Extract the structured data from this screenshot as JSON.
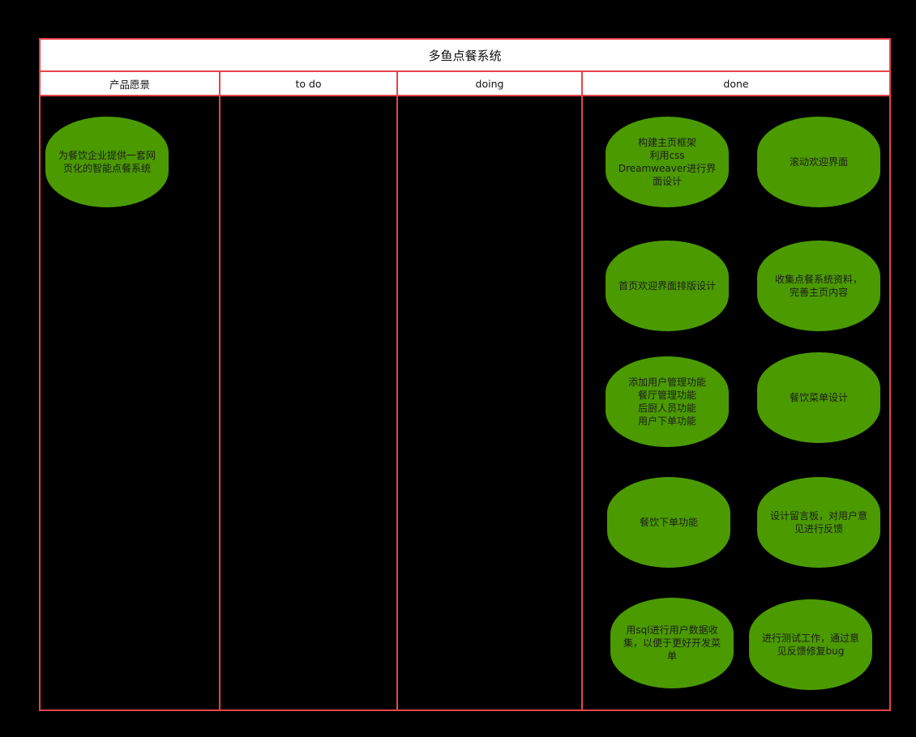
{
  "board": {
    "title": "多鱼点餐系统",
    "columns": [
      {
        "label": "产品愿景"
      },
      {
        "label": "to do"
      },
      {
        "label": "doing"
      },
      {
        "label": "done"
      }
    ]
  },
  "cards": {
    "vision": [
      {
        "text": "为餐饮企业提供一套网\n页化的智能点餐系统"
      }
    ],
    "done": [
      {
        "text": "构建主页框架\n利用css\nDreamweaver进行界\n面设计"
      },
      {
        "text": "滚动欢迎界面"
      },
      {
        "text": "首页欢迎界面排版设计"
      },
      {
        "text": "收集点餐系统资料，\n完善主页内容"
      },
      {
        "text": "添加用户管理功能\n餐厅管理功能\n后厨人员功能\n用户下单功能"
      },
      {
        "text": "餐饮菜单设计"
      },
      {
        "text": "餐饮下单功能"
      },
      {
        "text": "设计留言板，对用户意\n见进行反馈"
      },
      {
        "text": "用sql进行用户数据收\n集，以便于更好开发菜\n单"
      },
      {
        "text": "进行测试工作，通过意\n见反馈修复bug"
      }
    ]
  },
  "colors": {
    "border": "#e8434a",
    "card": "#4b9a00",
    "background": "#000000",
    "header": "#ffffff"
  }
}
